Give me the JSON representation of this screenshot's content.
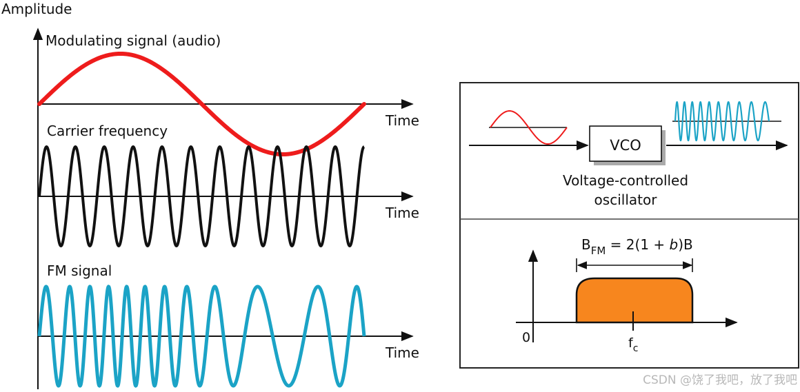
{
  "left_panel": {
    "y_axis_label": "Amplitude",
    "modulating": {
      "title": "Modulating signal (audio)",
      "time_label": "Time"
    },
    "carrier": {
      "title": "Carrier frequency",
      "time_label": "Time"
    },
    "fm": {
      "title": "FM signal",
      "time_label": "Time"
    }
  },
  "vco_panel": {
    "box_label": "VCO",
    "caption_line1": "Voltage-controlled",
    "caption_line2": "oscillator"
  },
  "bandwidth_panel": {
    "formula_B": "B",
    "formula_sub": "FM",
    "formula_rest": " = 2(1 + ",
    "formula_beta": "b",
    "formula_end": ")B",
    "origin_label": "0",
    "center_label": "f",
    "center_sub": "c"
  },
  "watermark": "CSDN @饶了我吧，放了我吧",
  "colors": {
    "modulating": "#ee1c1c",
    "carrier": "#111111",
    "fm": "#1ba3c6",
    "band_fill": "#f7861e",
    "panel_border": "#222222"
  }
}
